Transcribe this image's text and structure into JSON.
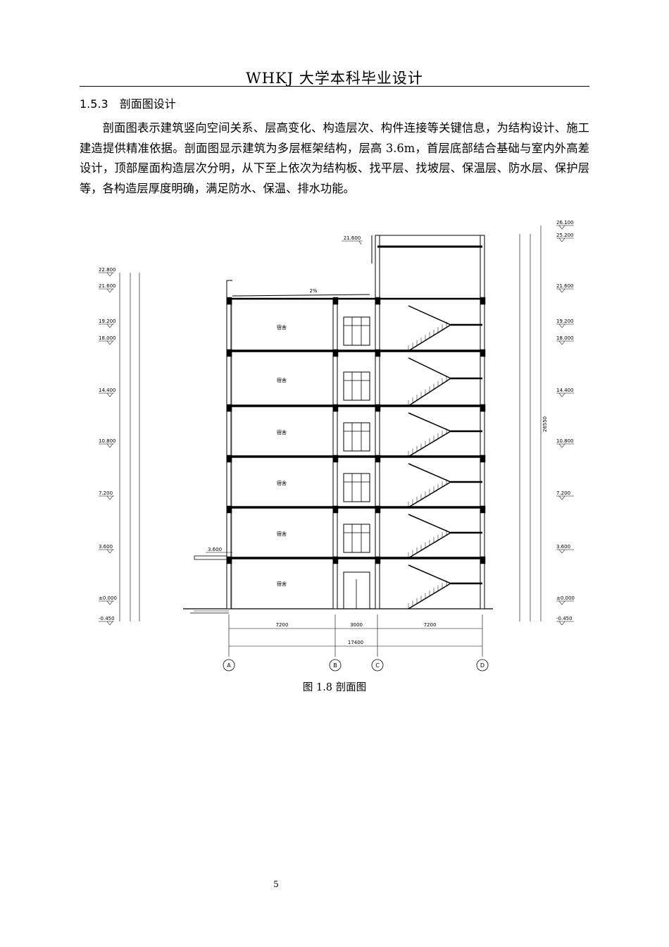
{
  "header": {
    "title": "WHKJ 大学本科毕业设计"
  },
  "section": {
    "number": "1.5.3",
    "title": "剖面图设计"
  },
  "paragraph": "剖面图表示建筑竖向空间关系、层高变化、构造层次、构件连接等关键信息，为结构设计、施工建造提供精准依据。剖面图显示建筑为多层框架结构，层高 3.6m，首层底部结合基础与室内外高差设计，顶部屋面构造层次分明，从下至上依次为结构板、找平层、找坡层、保温层、防水层、保护层等，各构造层厚度明确，满足防水、保温、排水功能。",
  "drawing": {
    "left_elevations": [
      "22.800",
      "21.600",
      "19.200",
      "18.000",
      "14.400",
      "10.800",
      "7.200",
      "3.600",
      "±0.000",
      "-0.450"
    ],
    "right_elevations": [
      "26.100",
      "25.200",
      "21.600",
      "19.200",
      "18.000",
      "14.400",
      "10.800",
      "7.200",
      "3.600",
      "±0.000",
      "-0.450"
    ],
    "parapet_elevation": "21.600",
    "canopy_elevation": "3.600",
    "roof_slope": "2%",
    "room_label": "宿舍",
    "total_height": "26550",
    "bays": [
      "7200",
      "3000",
      "7200"
    ],
    "total_width": "17400",
    "axes": [
      "A",
      "B",
      "C",
      "D"
    ]
  },
  "caption": "图 1.8  剖面图",
  "page_number": "5"
}
